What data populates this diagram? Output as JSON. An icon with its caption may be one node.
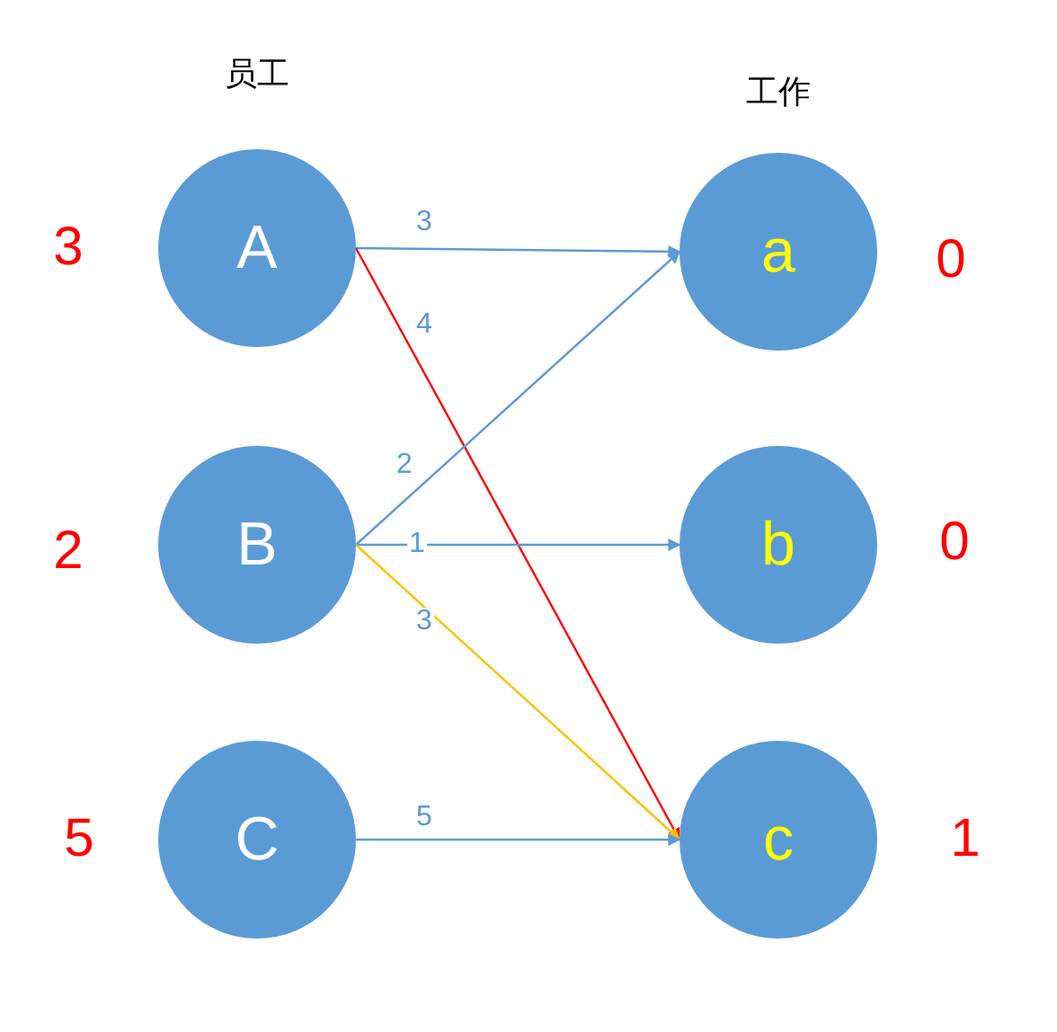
{
  "diagram": {
    "nodes": [
      {
        "text": [
          "A"
        ],
        "beside": [
          "3"
        ]
      },
      {
        "text": [
          "B"
        ],
        "beside": [
          "2"
        ]
      },
      {
        "text": [
          "C"
        ],
        "beside": [
          "5"
        ]
      },
      {
        "text": [
          "a"
        ],
        "beside": [
          "0"
        ]
      },
      {
        "text": [
          "b"
        ],
        "beside": [
          "0"
        ]
      },
      {
        "text": [
          "c"
        ],
        "beside": [
          "1"
        ]
      }
    ],
    "edges": [
      {
        "from": 0,
        "to": 3,
        "arrow": "to",
        "label": "3"
      },
      {
        "from": 0,
        "to": 5,
        "arrow": "to",
        "label": "4",
        "color": "#ff0000"
      },
      {
        "from": 1,
        "to": 3,
        "arrow": "to",
        "label": "2"
      },
      {
        "from": 1,
        "to": 4,
        "arrow": "to",
        "label": "1"
      },
      {
        "from": 1,
        "to": 5,
        "arrow": "to",
        "label": "3",
        "color": "#ffc000"
      },
      {
        "from": 2,
        "to": 5,
        "arrow": "to",
        "label": "5"
      }
    ],
    "labels": [
      "员工",
      "工作"
    ]
  }
}
